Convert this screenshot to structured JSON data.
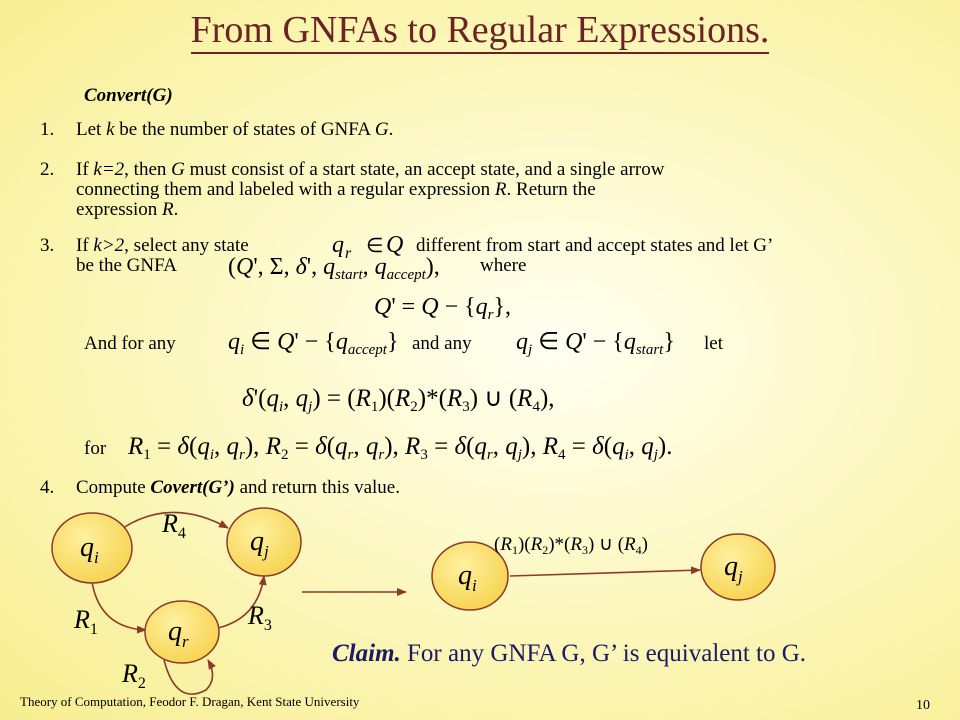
{
  "title": "From GNFAs to Regular Expressions.",
  "heading": "Convert(G)",
  "steps": [
    {
      "num": "1.",
      "text_a": "Let ",
      "k": "k",
      "text_b": " be the number of states of GNFA ",
      "g": "G",
      "text_c": "."
    },
    {
      "num": "2.",
      "cond": "If ",
      "k_eq": "k=2",
      "then": ", then ",
      "g": "G",
      "line1_rest": " must consist of a start state, an accept state, and a single arrow",
      "line2_a": "connecting them and labeled with a regular expression ",
      "r": "R",
      "line2_b": ". Return the",
      "line3_a": "expression ",
      "r2": "R",
      "line3_b": "."
    },
    {
      "num": "3.",
      "cond": "If ",
      "k_gt": "k>2",
      "sel": ", select any state",
      "diff": "different from start and accept states and let G’",
      "line2_a": "be the GNFA",
      "where": "where"
    },
    {
      "num": "4.",
      "text_a": "Compute ",
      "call": "Covert(G’)",
      "text_b": " and return this value."
    }
  ],
  "math": {
    "qr_in_q": "q_r ∈ Q",
    "gnfa_tuple": "(Q', Σ, δ', q_start, q_accept),",
    "q_prime_def": "Q' = Q − {q_r},",
    "qi_in": "q_i ∈ Q' − {q_accept}",
    "qj_in": "q_j ∈ Q' − {q_start}",
    "delta_def": "δ'(q_i, q_j) = (R_1)(R_2)*(R_3) ∪ (R_4),",
    "r_defs": "R_1 = δ(q_i, q_r), R_2 = δ(q_r, q_r), R_3 = δ(q_r, q_j), R_4 = δ(q_i, q_j)."
  },
  "and_for_any": "And for any",
  "and_any": "and any",
  "let": "let",
  "for": "for",
  "diagram": {
    "left_nodes": [
      "q_i",
      "q_j",
      "q_r"
    ],
    "left_edges": [
      "R_4",
      "R_1",
      "R_3",
      "R_2"
    ],
    "right_nodes": [
      "q_i",
      "q_j"
    ],
    "right_edge": "(R_1)(R_2)*(R_3) ∪ (R_4)"
  },
  "claim": {
    "label": "Claim.",
    "text": " For any GNFA G, G’ is equivalent to G."
  },
  "footer": "Theory of Computation, Feodor F. Dragan, Kent State University",
  "page_number": "10",
  "colors": {
    "title": "#6b2424",
    "claim": "#1a1a66",
    "node_fill": "#f9df6a",
    "edge": "#8b3a2a"
  }
}
